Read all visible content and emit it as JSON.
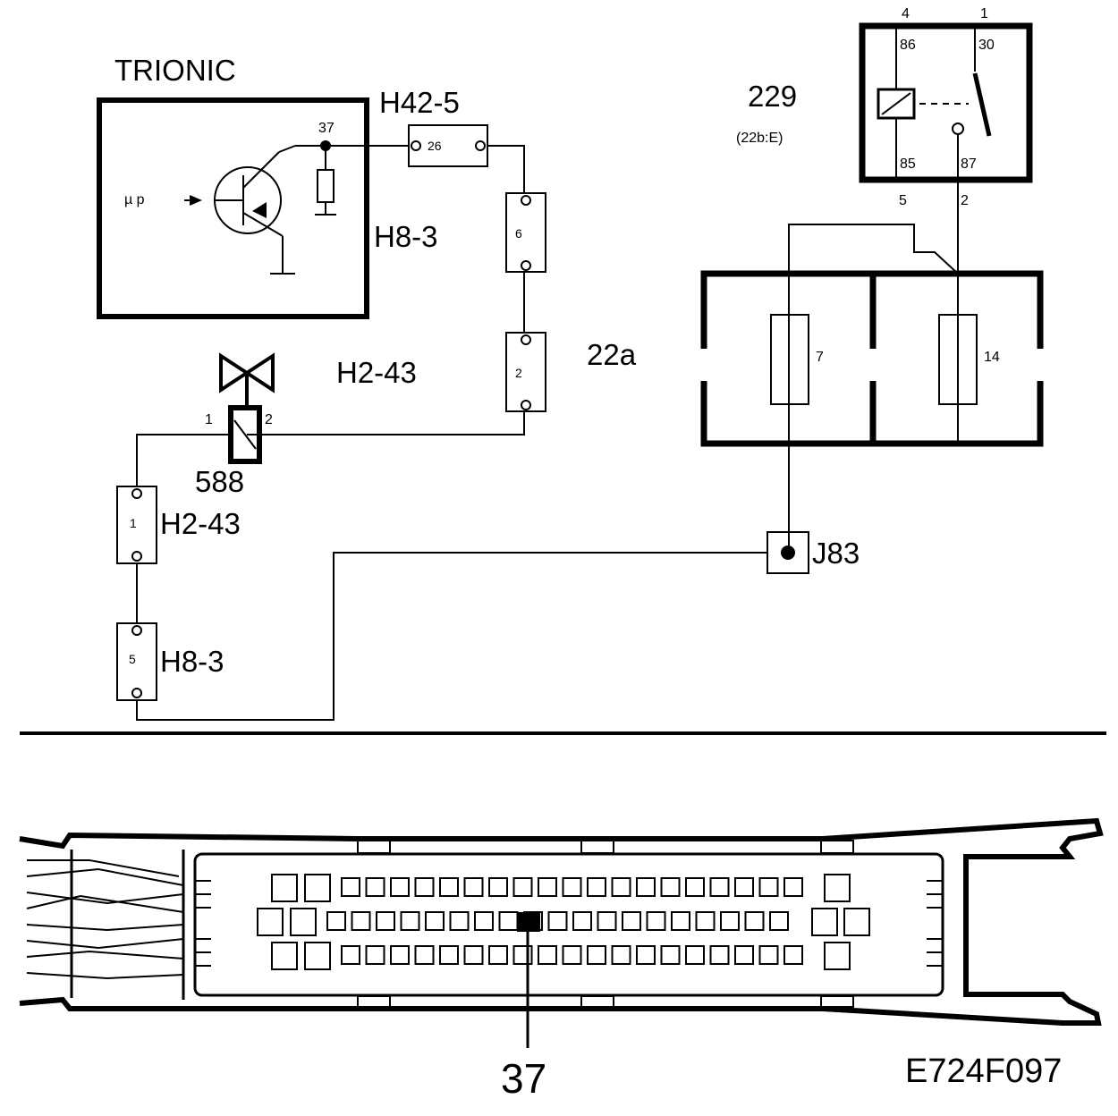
{
  "ecu": {
    "title": "TRIONIC",
    "input_label": "µ p",
    "pin": "37",
    "ground_connector": "H8-3"
  },
  "connectors": {
    "h42_5": {
      "label": "H42-5",
      "pin": "26"
    },
    "inline_6": {
      "pin": "6"
    },
    "inline_2": {
      "pin": "2"
    },
    "h2_43_top": {
      "label": "H2-43"
    },
    "h2_43_bottom": {
      "label": "H2-43",
      "pin": "1"
    },
    "h8_3_bottom": {
      "label": "H8-3",
      "pin": "5"
    }
  },
  "valve": {
    "id": "588",
    "pin_left": "1",
    "pin_right": "2"
  },
  "fuse_box": {
    "id": "22a",
    "fuses": [
      "7",
      "14"
    ]
  },
  "relay": {
    "id": "229",
    "ref": "(22b:E)",
    "top_pins": [
      "4",
      "1"
    ],
    "terminals": [
      "86",
      "30",
      "85",
      "87"
    ],
    "bottom_pins": [
      "5",
      "2"
    ]
  },
  "junction": {
    "id": "J83"
  },
  "connector_plug": {
    "pin_callout": "37"
  },
  "figure_code": "E724F097"
}
